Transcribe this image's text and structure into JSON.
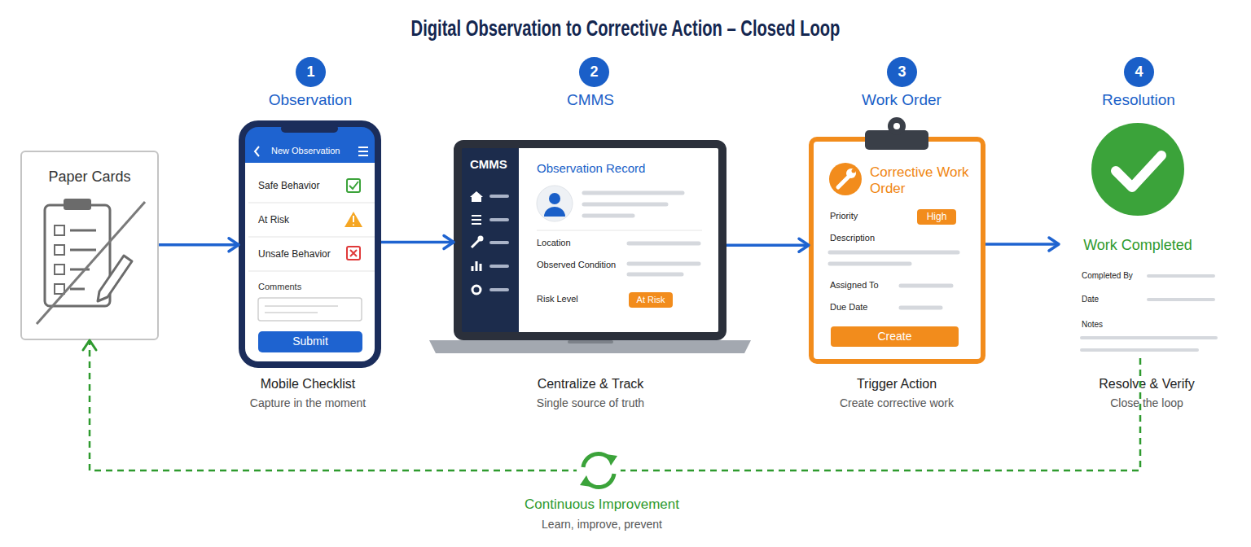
{
  "diagram": {
    "title": "Digital Observation to Corrective Action – Closed Loop",
    "nodes": [
      {
        "text": [
          "Paper Cards"
        ]
      },
      {
        "text": [
          "1"
        ]
      },
      {
        "text": [
          "New Observation",
          "Safe Behavior",
          "At Risk",
          "Unsafe Behavior",
          "Comments"
        ]
      },
      {
        "text": [
          "Submit"
        ],
        "in": 2
      },
      {
        "text": [
          "2"
        ]
      },
      {
        "text": [
          "CMMS",
          "Observation Record",
          "Location",
          "Observed Condition",
          "Risk Level"
        ]
      },
      {
        "text": [
          "At Risk"
        ],
        "in": 5
      },
      {
        "text": [
          "3"
        ]
      },
      {
        "text": [
          "Corrective Work Order",
          "Priority",
          "Description",
          "Assigned To",
          "Due Date"
        ]
      },
      {
        "text": [
          "High"
        ],
        "in": 8
      },
      {
        "text": [
          "Create"
        ],
        "in": 8
      },
      {
        "text": [
          "4"
        ]
      },
      {
        "text": [
          "Work Completed",
          "Completed By",
          "Date",
          "Notes"
        ]
      }
    ],
    "edges": [
      {
        "from": 0,
        "to": 2,
        "arrow": "to"
      },
      {
        "from": 2,
        "to": 5,
        "arrow": "to"
      },
      {
        "from": 5,
        "to": 8,
        "arrow": "to"
      },
      {
        "from": 8,
        "to": 12,
        "arrow": "to"
      },
      {
        "from": 12,
        "to": 0,
        "arrow": "to"
      }
    ],
    "labels": [
      "Observation",
      "CMMS",
      "Work Order",
      "Resolution",
      "Mobile Checklist",
      "Capture in the moment",
      "Centralize & Track",
      "Single source of truth",
      "Trigger Action",
      "Create corrective work",
      "Resolve & Verify",
      "Close the loop",
      "Continuous Improvement",
      "Learn, improve, prevent"
    ]
  }
}
